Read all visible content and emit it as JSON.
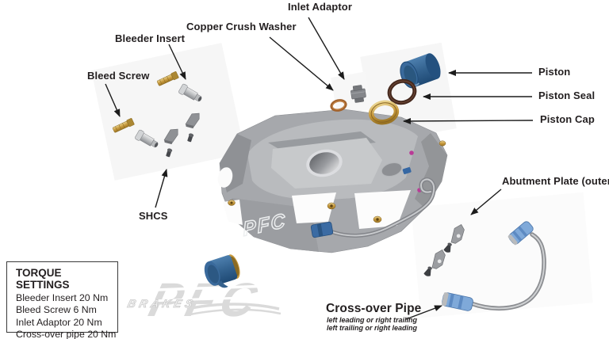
{
  "labels": {
    "inlet_adaptor": "Inlet Adaptor",
    "copper_crush_washer": "Copper Crush Washer",
    "bleeder_insert": "Bleeder Insert",
    "bleed_screw": "Bleed Screw",
    "shcs": "SHCS",
    "piston": "Piston",
    "piston_seal": "Piston Seal",
    "piston_cap": "Piston Cap",
    "abutment_plate_outer": "Abutment Plate (outer)",
    "cross_over_pipe": "Cross-over Pipe",
    "cross_over_pipe_note1": "left leading or right trailing",
    "cross_over_pipe_note2": "left trailing or right leading"
  },
  "torque_settings": {
    "title": "TORQUE SETTINGS",
    "items": [
      "Bleeder Insert 20 Nm",
      "Bleed Screw 6 Nm",
      "Inlet Adaptor 20 Nm",
      "Cross-over pipe 20 Nm"
    ]
  },
  "branding": {
    "watermark_main": "PFC",
    "watermark_sub": "BRAKES",
    "caliper_logo": "PFC"
  },
  "colors": {
    "text": "#231f20",
    "caliper_gray": "#a6a8ac",
    "piston_blue": "#33628f",
    "fitting_blue": "#7fa9d9",
    "brass_gold": "#c89a3e",
    "copper": "#a2622c",
    "seal_brown": "#44281d",
    "watermark_gray": "#dadada"
  }
}
